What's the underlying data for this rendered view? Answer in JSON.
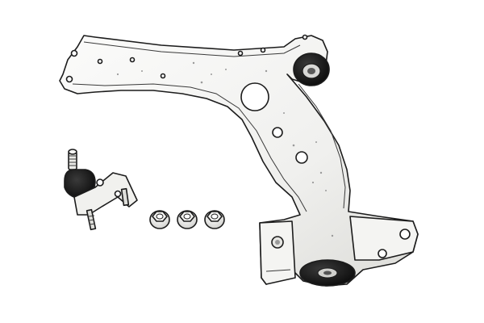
{
  "image": {
    "background": "#ffffff",
    "colors": {
      "metal": "#f2f2f0",
      "metal_shade": "#d9d9d6",
      "outline": "#1c1c1c",
      "rubber": "#121212",
      "bushing_ring": "#cfcfcf"
    },
    "components": [
      {
        "name": "control-arm",
        "count": 1
      },
      {
        "name": "ball-joint",
        "count": 1
      },
      {
        "name": "flange-nut",
        "count": 3
      }
    ]
  }
}
